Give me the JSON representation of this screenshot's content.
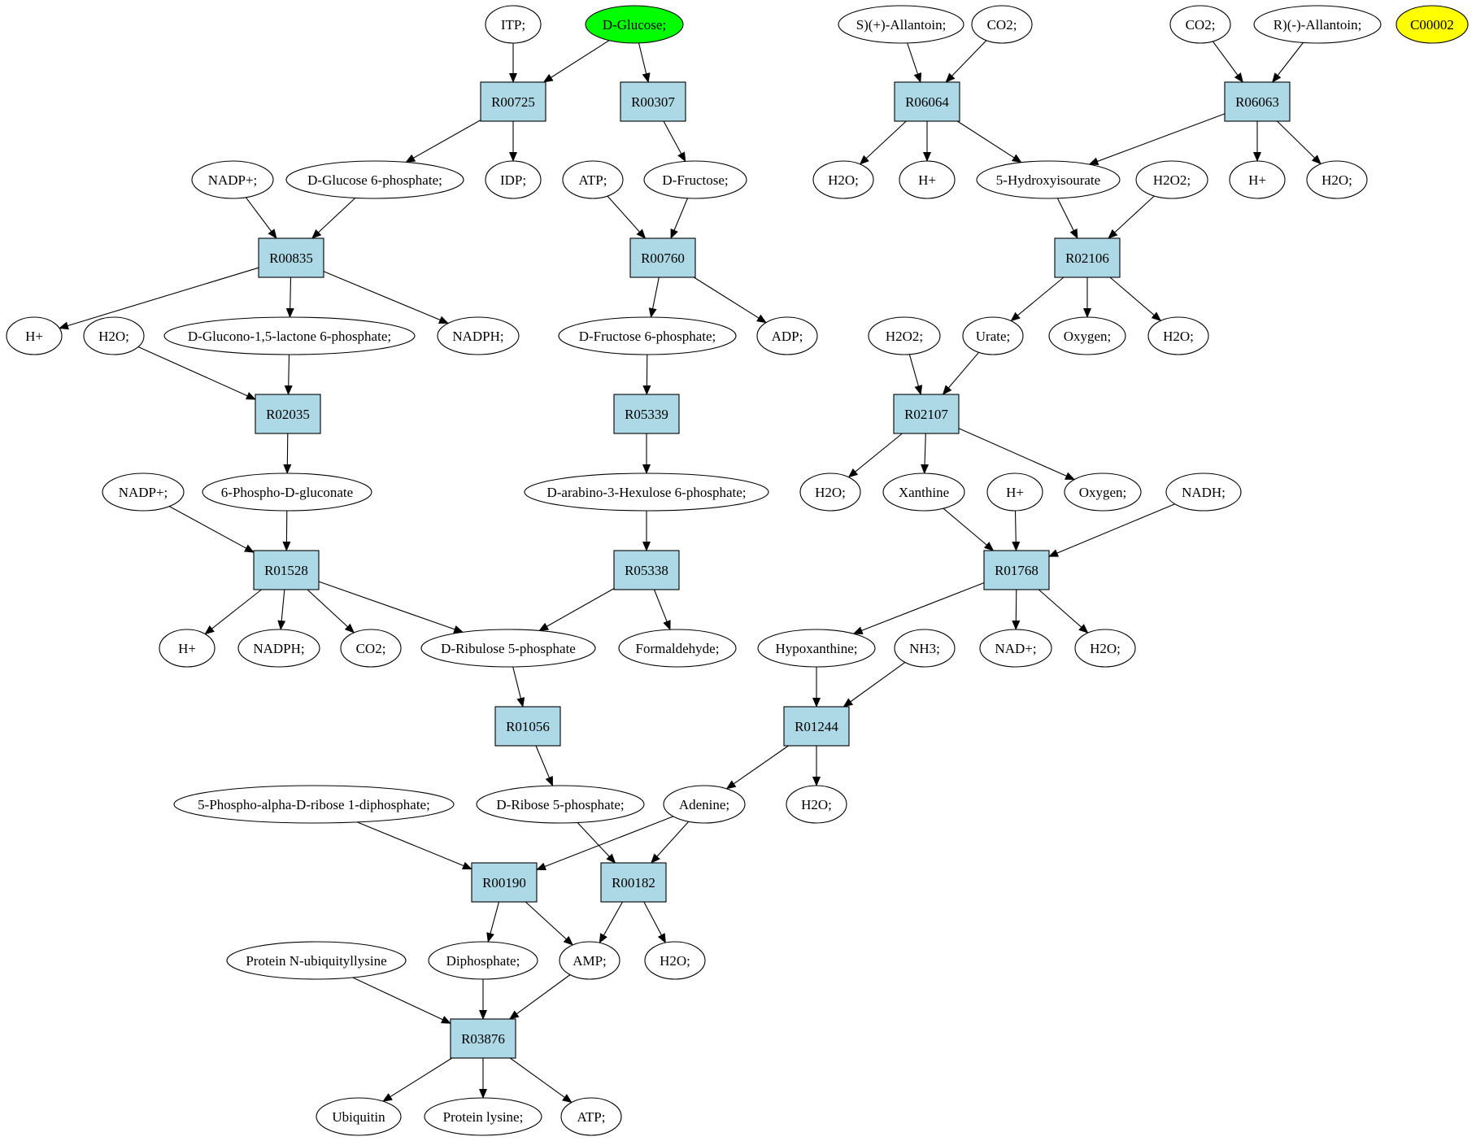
{
  "colors": {
    "reaction_fill": "#add8e6",
    "start_fill": "#00ff00",
    "highlight_fill": "#ffff00",
    "compound_fill": "#ffffff",
    "stroke": "#000000"
  },
  "nodes": [
    {
      "id": "c_itp",
      "kind": "compound",
      "label": "ITP;"
    },
    {
      "id": "c_dglucose",
      "kind": "compound",
      "label": "D-Glucose;",
      "fill": "start"
    },
    {
      "id": "c_sallantoin",
      "kind": "compound",
      "label": "S)(+)-Allantoin;"
    },
    {
      "id": "c_co2_a",
      "kind": "compound",
      "label": "CO2;"
    },
    {
      "id": "c_co2_b",
      "kind": "compound",
      "label": "CO2;"
    },
    {
      "id": "c_rallantoin",
      "kind": "compound",
      "label": "R)(-)-Allantoin;"
    },
    {
      "id": "c_c00002",
      "kind": "compound",
      "label": "C00002",
      "fill": "highlight"
    },
    {
      "id": "r_R00725",
      "kind": "reaction",
      "label": "R00725"
    },
    {
      "id": "r_R00307",
      "kind": "reaction",
      "label": "R00307"
    },
    {
      "id": "r_R06064",
      "kind": "reaction",
      "label": "R06064"
    },
    {
      "id": "r_R06063",
      "kind": "reaction",
      "label": "R06063"
    },
    {
      "id": "c_nadp_a",
      "kind": "compound",
      "label": "NADP+;"
    },
    {
      "id": "c_g6p",
      "kind": "compound",
      "label": "D-Glucose 6-phosphate;"
    },
    {
      "id": "c_idp",
      "kind": "compound",
      "label": "IDP;"
    },
    {
      "id": "c_atp_a",
      "kind": "compound",
      "label": "ATP;"
    },
    {
      "id": "c_dfructose",
      "kind": "compound",
      "label": "D-Fructose;"
    },
    {
      "id": "c_h2o_a",
      "kind": "compound",
      "label": "H2O;"
    },
    {
      "id": "c_h_a",
      "kind": "compound",
      "label": "H+"
    },
    {
      "id": "c_hydroxyisourate",
      "kind": "compound",
      "label": "5-Hydroxyisourate"
    },
    {
      "id": "c_h2o2_a",
      "kind": "compound",
      "label": "H2O2;"
    },
    {
      "id": "c_h_b",
      "kind": "compound",
      "label": "H+"
    },
    {
      "id": "c_h2o_b",
      "kind": "compound",
      "label": "H2O;"
    },
    {
      "id": "r_R00835",
      "kind": "reaction",
      "label": "R00835"
    },
    {
      "id": "r_R00760",
      "kind": "reaction",
      "label": "R00760"
    },
    {
      "id": "r_R02106",
      "kind": "reaction",
      "label": "R02106"
    },
    {
      "id": "c_h_c",
      "kind": "compound",
      "label": "H+"
    },
    {
      "id": "c_h2o_c",
      "kind": "compound",
      "label": "H2O;"
    },
    {
      "id": "c_glucono",
      "kind": "compound",
      "label": "D-Glucono-1,5-lactone 6-phosphate;"
    },
    {
      "id": "c_nadph_a",
      "kind": "compound",
      "label": "NADPH;"
    },
    {
      "id": "c_f6p",
      "kind": "compound",
      "label": "D-Fructose 6-phosphate;"
    },
    {
      "id": "c_adp",
      "kind": "compound",
      "label": "ADP;"
    },
    {
      "id": "c_h2o2_b",
      "kind": "compound",
      "label": "H2O2;"
    },
    {
      "id": "c_urate",
      "kind": "compound",
      "label": "Urate;"
    },
    {
      "id": "c_oxygen_a",
      "kind": "compound",
      "label": "Oxygen;"
    },
    {
      "id": "c_h2o_d",
      "kind": "compound",
      "label": "H2O;"
    },
    {
      "id": "r_R02035",
      "kind": "reaction",
      "label": "R02035"
    },
    {
      "id": "r_R05339",
      "kind": "reaction",
      "label": "R05339"
    },
    {
      "id": "r_R02107",
      "kind": "reaction",
      "label": "R02107"
    },
    {
      "id": "c_nadp_b",
      "kind": "compound",
      "label": "NADP+;"
    },
    {
      "id": "c_6pg",
      "kind": "compound",
      "label": "6-Phospho-D-gluconate"
    },
    {
      "id": "c_hexulose",
      "kind": "compound",
      "label": "D-arabino-3-Hexulose 6-phosphate;"
    },
    {
      "id": "c_h2o_e",
      "kind": "compound",
      "label": "H2O;"
    },
    {
      "id": "c_xanthine",
      "kind": "compound",
      "label": "Xanthine"
    },
    {
      "id": "c_h_d",
      "kind": "compound",
      "label": "H+"
    },
    {
      "id": "c_oxygen_b",
      "kind": "compound",
      "label": "Oxygen;"
    },
    {
      "id": "c_nadh",
      "kind": "compound",
      "label": "NADH;"
    },
    {
      "id": "r_R01528",
      "kind": "reaction",
      "label": "R01528"
    },
    {
      "id": "r_R05338",
      "kind": "reaction",
      "label": "R05338"
    },
    {
      "id": "r_R01768",
      "kind": "reaction",
      "label": "R01768"
    },
    {
      "id": "c_h_e",
      "kind": "compound",
      "label": "H+"
    },
    {
      "id": "c_nadph_b",
      "kind": "compound",
      "label": "NADPH;"
    },
    {
      "id": "c_co2_c",
      "kind": "compound",
      "label": "CO2;"
    },
    {
      "id": "c_ribulose5p",
      "kind": "compound",
      "label": "D-Ribulose 5-phosphate"
    },
    {
      "id": "c_formaldehyde",
      "kind": "compound",
      "label": "Formaldehyde;"
    },
    {
      "id": "c_hypoxanthine",
      "kind": "compound",
      "label": "Hypoxanthine;"
    },
    {
      "id": "c_nh3",
      "kind": "compound",
      "label": "NH3;"
    },
    {
      "id": "c_nad",
      "kind": "compound",
      "label": "NAD+;"
    },
    {
      "id": "c_h2o_f",
      "kind": "compound",
      "label": "H2O;"
    },
    {
      "id": "r_R01056",
      "kind": "reaction",
      "label": "R01056"
    },
    {
      "id": "r_R01244",
      "kind": "reaction",
      "label": "R01244"
    },
    {
      "id": "c_prpp",
      "kind": "compound",
      "label": "5-Phospho-alpha-D-ribose 1-diphosphate;"
    },
    {
      "id": "c_ribose5p",
      "kind": "compound",
      "label": "D-Ribose 5-phosphate;"
    },
    {
      "id": "c_adenine",
      "kind": "compound",
      "label": "Adenine;"
    },
    {
      "id": "c_h2o_g",
      "kind": "compound",
      "label": "H2O;"
    },
    {
      "id": "r_R00190",
      "kind": "reaction",
      "label": "R00190"
    },
    {
      "id": "r_R00182",
      "kind": "reaction",
      "label": "R00182"
    },
    {
      "id": "c_protein_ubiq",
      "kind": "compound",
      "label": "Protein N-ubiquityllysine"
    },
    {
      "id": "c_diphosphate",
      "kind": "compound",
      "label": "Diphosphate;"
    },
    {
      "id": "c_amp",
      "kind": "compound",
      "label": "AMP;"
    },
    {
      "id": "c_h2o_h",
      "kind": "compound",
      "label": "H2O;"
    },
    {
      "id": "r_R03876",
      "kind": "reaction",
      "label": "R03876"
    },
    {
      "id": "c_ubiquitin",
      "kind": "compound",
      "label": "Ubiquitin"
    },
    {
      "id": "c_protein_lysine",
      "kind": "compound",
      "label": "Protein lysine;"
    },
    {
      "id": "c_atp_b",
      "kind": "compound",
      "label": "ATP;"
    }
  ],
  "edges": [
    [
      "c_itp",
      "r_R00725"
    ],
    [
      "c_dglucose",
      "r_R00725"
    ],
    [
      "c_dglucose",
      "r_R00307"
    ],
    [
      "r_R00725",
      "c_g6p"
    ],
    [
      "r_R00725",
      "c_idp"
    ],
    [
      "r_R00307",
      "c_dfructose"
    ],
    [
      "c_sallantoin",
      "r_R06064"
    ],
    [
      "c_co2_a",
      "r_R06064"
    ],
    [
      "c_co2_b",
      "r_R06063"
    ],
    [
      "c_rallantoin",
      "r_R06063"
    ],
    [
      "r_R06064",
      "c_h2o_a"
    ],
    [
      "r_R06064",
      "c_h_a"
    ],
    [
      "r_R06064",
      "c_hydroxyisourate"
    ],
    [
      "r_R06063",
      "c_hydroxyisourate"
    ],
    [
      "r_R06063",
      "c_h_b"
    ],
    [
      "r_R06063",
      "c_h2o_b"
    ],
    [
      "c_nadp_a",
      "r_R00835"
    ],
    [
      "c_g6p",
      "r_R00835"
    ],
    [
      "c_atp_a",
      "r_R00760"
    ],
    [
      "c_dfructose",
      "r_R00760"
    ],
    [
      "c_hydroxyisourate",
      "r_R02106"
    ],
    [
      "c_h2o2_a",
      "r_R02106"
    ],
    [
      "r_R00835",
      "c_h_c"
    ],
    [
      "r_R00835",
      "c_glucono"
    ],
    [
      "r_R00835",
      "c_nadph_a"
    ],
    [
      "r_R00760",
      "c_f6p"
    ],
    [
      "r_R00760",
      "c_adp"
    ],
    [
      "r_R02106",
      "c_urate"
    ],
    [
      "r_R02106",
      "c_oxygen_a"
    ],
    [
      "r_R02106",
      "c_h2o_d"
    ],
    [
      "c_h2o_c",
      "r_R02035"
    ],
    [
      "c_glucono",
      "r_R02035"
    ],
    [
      "c_f6p",
      "r_R05339"
    ],
    [
      "c_h2o2_b",
      "r_R02107"
    ],
    [
      "c_urate",
      "r_R02107"
    ],
    [
      "r_R02035",
      "c_6pg"
    ],
    [
      "r_R05339",
      "c_hexulose"
    ],
    [
      "r_R02107",
      "c_h2o_e"
    ],
    [
      "r_R02107",
      "c_xanthine"
    ],
    [
      "r_R02107",
      "c_oxygen_b"
    ],
    [
      "c_nadp_b",
      "r_R01528"
    ],
    [
      "c_6pg",
      "r_R01528"
    ],
    [
      "c_hexulose",
      "r_R05338"
    ],
    [
      "c_xanthine",
      "r_R01768"
    ],
    [
      "c_h_d",
      "r_R01768"
    ],
    [
      "c_nadh",
      "r_R01768"
    ],
    [
      "r_R01528",
      "c_h_e"
    ],
    [
      "r_R01528",
      "c_nadph_b"
    ],
    [
      "r_R01528",
      "c_co2_c"
    ],
    [
      "r_R01528",
      "c_ribulose5p"
    ],
    [
      "r_R05338",
      "c_ribulose5p"
    ],
    [
      "r_R05338",
      "c_formaldehyde"
    ],
    [
      "r_R01768",
      "c_hypoxanthine"
    ],
    [
      "r_R01768",
      "c_nad"
    ],
    [
      "r_R01768",
      "c_h2o_f"
    ],
    [
      "c_ribulose5p",
      "r_R01056"
    ],
    [
      "c_hypoxanthine",
      "r_R01244"
    ],
    [
      "c_nh3",
      "r_R01244"
    ],
    [
      "r_R01056",
      "c_ribose5p"
    ],
    [
      "r_R01244",
      "c_adenine"
    ],
    [
      "r_R01244",
      "c_h2o_g"
    ],
    [
      "c_prpp",
      "r_R00190"
    ],
    [
      "c_adenine",
      "r_R00190"
    ],
    [
      "c_adenine",
      "r_R00182"
    ],
    [
      "c_ribose5p",
      "r_R00182"
    ],
    [
      "r_R00190",
      "c_diphosphate"
    ],
    [
      "r_R00190",
      "c_amp"
    ],
    [
      "r_R00182",
      "c_amp"
    ],
    [
      "r_R00182",
      "c_h2o_h"
    ],
    [
      "c_protein_ubiq",
      "r_R03876"
    ],
    [
      "c_diphosphate",
      "r_R03876"
    ],
    [
      "c_amp",
      "r_R03876"
    ],
    [
      "r_R03876",
      "c_ubiquitin"
    ],
    [
      "r_R03876",
      "c_protein_lysine"
    ],
    [
      "r_R03876",
      "c_atp_b"
    ]
  ]
}
